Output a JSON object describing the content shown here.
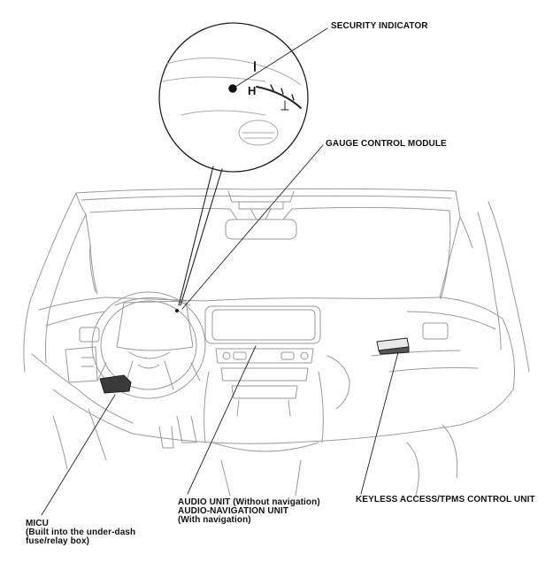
{
  "labels": {
    "security_indicator": "SECURITY INDICATOR",
    "gauge_module": "GAUGE CONTROL MODULE",
    "micu": {
      "line1": "MICU",
      "line2": "(Built into the under-dash",
      "line3": "fuse/relay box)"
    },
    "audio": {
      "line1": "AUDIO UNIT (Without navigation)",
      "line2": "AUDIO-NAVIGATION UNIT",
      "line3": "(With navigation)"
    },
    "keyless": "KEYLESS ACCESS/TPMS CONTROL UNIT"
  },
  "gauge_glyph": "H",
  "colors": {
    "line": "#222222",
    "faint": "#9a9a9a",
    "component_fill": "#3a3a3a"
  }
}
